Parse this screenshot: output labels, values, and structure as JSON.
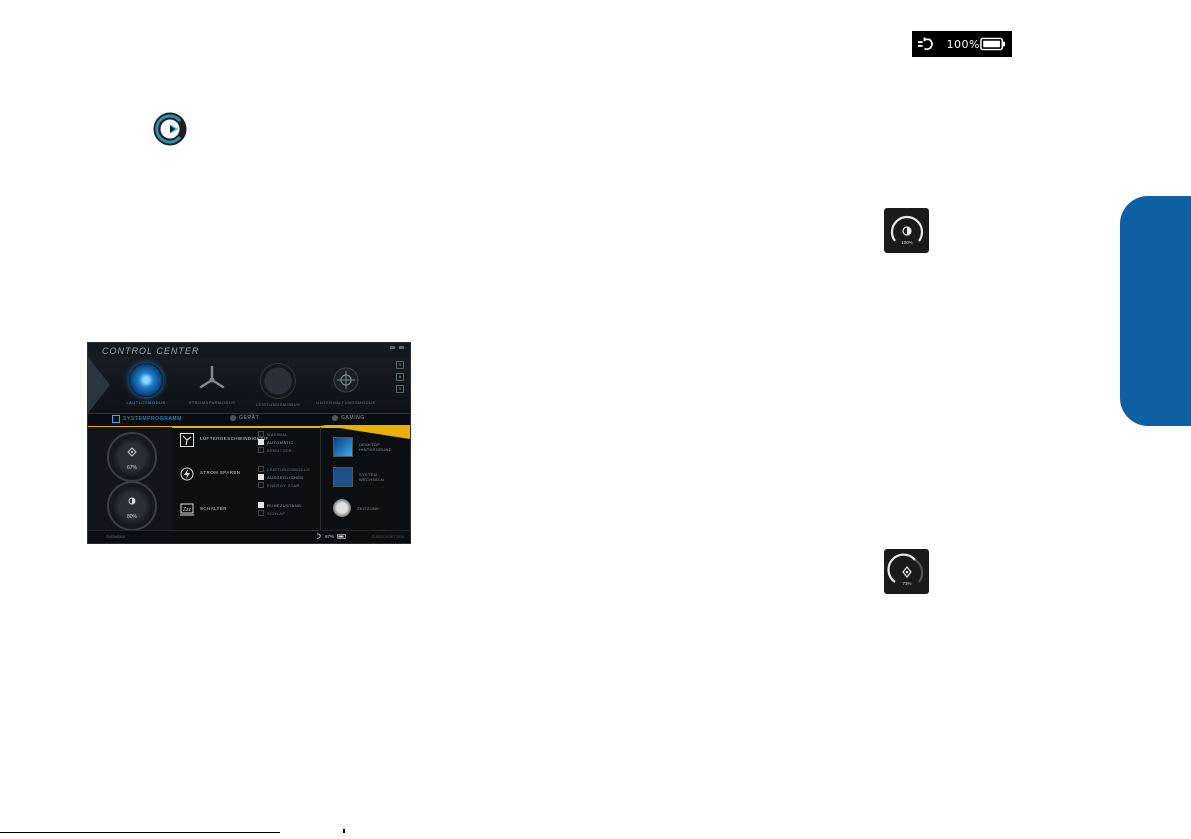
{
  "colors": {
    "accent_blue": "#0f5fa3",
    "cc_blue": "#3aa9ff",
    "cc_yellow": "#e6b400"
  },
  "top_icons": {
    "battery_percent": "100%",
    "brightness_value": "100%",
    "volume_value": "73%"
  },
  "control_center": {
    "title": "CONTROL CENTER",
    "modes": [
      {
        "label": "LAUTLOSMODUS",
        "active": true
      },
      {
        "label": "STROMSPARMODUS",
        "active": false
      },
      {
        "label": "LEISTUNGSMODUS",
        "active": false
      },
      {
        "label": "UNTERHALTUNGSMODUS",
        "active": false
      }
    ],
    "side_buttons": [
      "1",
      "A",
      "1"
    ],
    "tabs": [
      "SYSTEMPROGRAMM",
      "GERÄT",
      "GAMING"
    ],
    "dials": {
      "volume": "67%",
      "brightness": "80%"
    },
    "rows": [
      {
        "label": "LÜFTERGESCHWINDIGKEIT",
        "options": [
          "MAXIMAL",
          "AUTOMATIC",
          "BENUTZER.."
        ],
        "selected": 1
      },
      {
        "label": "STROM SPAREN",
        "options": [
          "LEISTUNGSMODUS",
          "AUSGEGLICHEN",
          "ENERGY STAR"
        ],
        "selected": 1
      },
      {
        "label": "SCHALTER",
        "options": [
          "RUHEZUSTAND",
          "SCHLAF"
        ],
        "selected": 0
      }
    ],
    "tiles": [
      "DESKTOP HINTERGRUND",
      "SYSTEM WECHSELN",
      "ZEITZONE"
    ],
    "status": {
      "language": "SVENSKA",
      "battery": "67%",
      "reset": "ZURÜCKSETZEN"
    }
  }
}
